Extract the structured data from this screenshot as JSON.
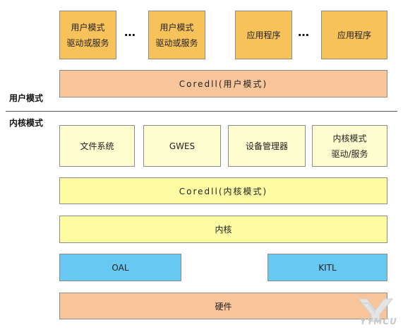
{
  "labels": {
    "user_mode": "用户模式",
    "kernel_mode": "内核模式"
  },
  "top_row": {
    "user_driver_1": {
      "line1": "用户模式",
      "line2": "驱动或服务"
    },
    "user_driver_2": {
      "line1": "用户模式",
      "line2": "驱动或服务"
    },
    "app_1": "应用程序",
    "app_2": "应用程序",
    "ellipsis_1": "…",
    "ellipsis_2": "…"
  },
  "coredll_user": "Coredll(用户模式)",
  "kernel_components": {
    "filesys": "文件系统",
    "gwes": "GWES",
    "device_manager": "设备管理器",
    "kernel_driver": {
      "line1": "内核模式",
      "line2": "驱动/服务"
    }
  },
  "coredll_kernel": "Coredll(内核模式)",
  "kernel": "内核",
  "oal": "OAL",
  "kitl": "KITL",
  "hardware": "硬件",
  "watermark": "YYMCU",
  "colors": {
    "orange": "#f8c25b",
    "peach": "#f8c59a",
    "cream": "#fefdcf",
    "yellow": "#fdfca3",
    "blue": "#67c8f2",
    "border": "#8c8c8c"
  }
}
